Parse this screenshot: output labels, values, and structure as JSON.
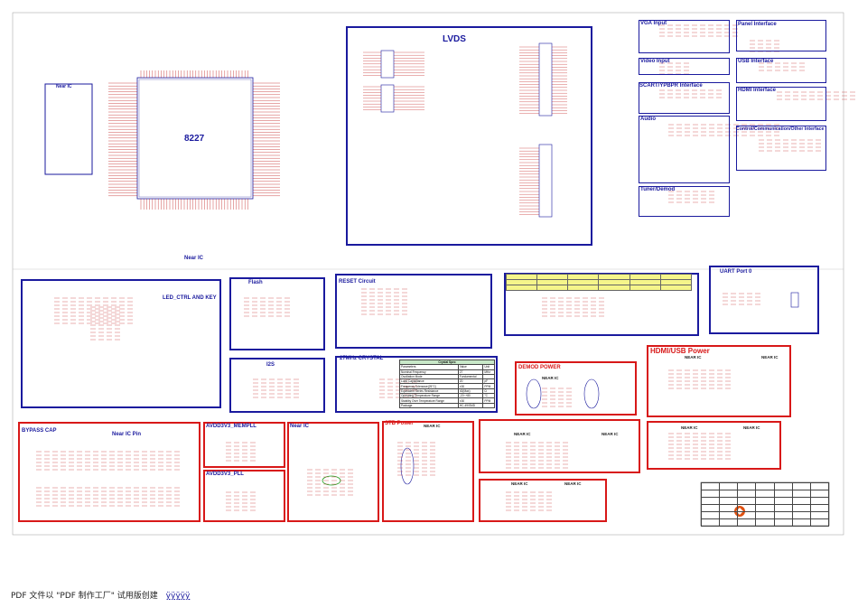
{
  "chip": {
    "name": "8227",
    "near_ic": "Near IC"
  },
  "blocks": {
    "lvds": "LVDS",
    "vga": "VGA Input",
    "panel": "Panel Interface",
    "video": "Video Input",
    "usb": "USB Interface",
    "scart": "SCART/YPBPR Interface",
    "hdmi_if": "HDMI Interface",
    "audio": "Audio",
    "control": "Control/Communication/Other Interface",
    "tuner": "Tuner/Demod",
    "led": "LED_CTRL AND KEY",
    "flash": "Flash",
    "reset": "RESET Circuit",
    "uart": "UART Port 0",
    "i2s": "I2S",
    "crystal": "27MHz CRYSTAL",
    "demod_power": "DEMOD POWER",
    "hdmi_usb_power": "HDMI/USB Power",
    "bypass": "BYPASS CAP",
    "near_ic_pin": "Near IC Pin",
    "avdd_mempll": "AVDD3V3_MEMPLL",
    "avdd_pll": "AVDD3V3_PLL",
    "near_ic": "Near IC",
    "stb_power": "STB Power",
    "near_ic_caps": "NEAR IC"
  },
  "crystal_spec": {
    "title": "Crystal Spec",
    "headers": [
      "Parameters",
      "Value",
      "Unit"
    ],
    "rows": [
      [
        "Nominal Frequency",
        "27",
        "MHz"
      ],
      [
        "Oscillation Mode",
        "Fundamental",
        ""
      ],
      [
        "Load Capacitance",
        "20",
        "pF"
      ],
      [
        "Frequency Tolerance(25°C)",
        "±30",
        "PPM"
      ],
      [
        "Equivalent Series Resistance",
        "40(Max)",
        "Ω"
      ],
      [
        "Operating Temperature Range",
        "-20~+80",
        "°C"
      ],
      [
        "Stability Over Temperature Range",
        "±30",
        "PPM"
      ],
      [
        "Package",
        "HC-49/SMD",
        ""
      ]
    ]
  },
  "footer": {
    "text": "PDF 文件以 \"PDF 制作工厂\" 试用版创建",
    "link": "ÿÿÿÿÿ"
  },
  "colors": {
    "blue": "#1a1a9e",
    "red": "#d81818",
    "green": "#1a9e1a",
    "wire": "#c22020",
    "crystal_header": "#c8e8c8",
    "strap_yellow": "#f5f58a"
  }
}
